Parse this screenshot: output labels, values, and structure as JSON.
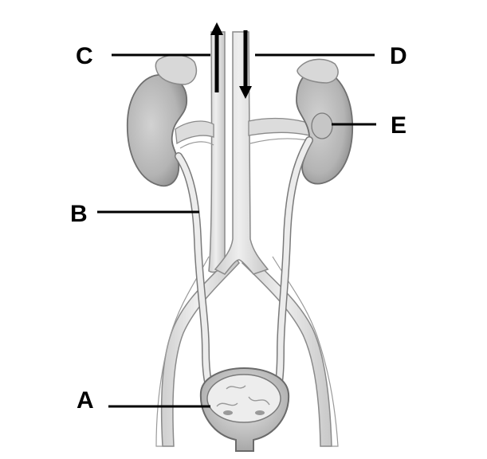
{
  "labels": {
    "a": "A",
    "b": "B",
    "c": "C",
    "d": "D",
    "e": "E"
  },
  "colors": {
    "background": "#ffffff",
    "organ_fill": "#bdbdbd",
    "vessel_fill": "#e6e6e6",
    "outline": "#8a8a8a",
    "leader_line": "#000000"
  }
}
